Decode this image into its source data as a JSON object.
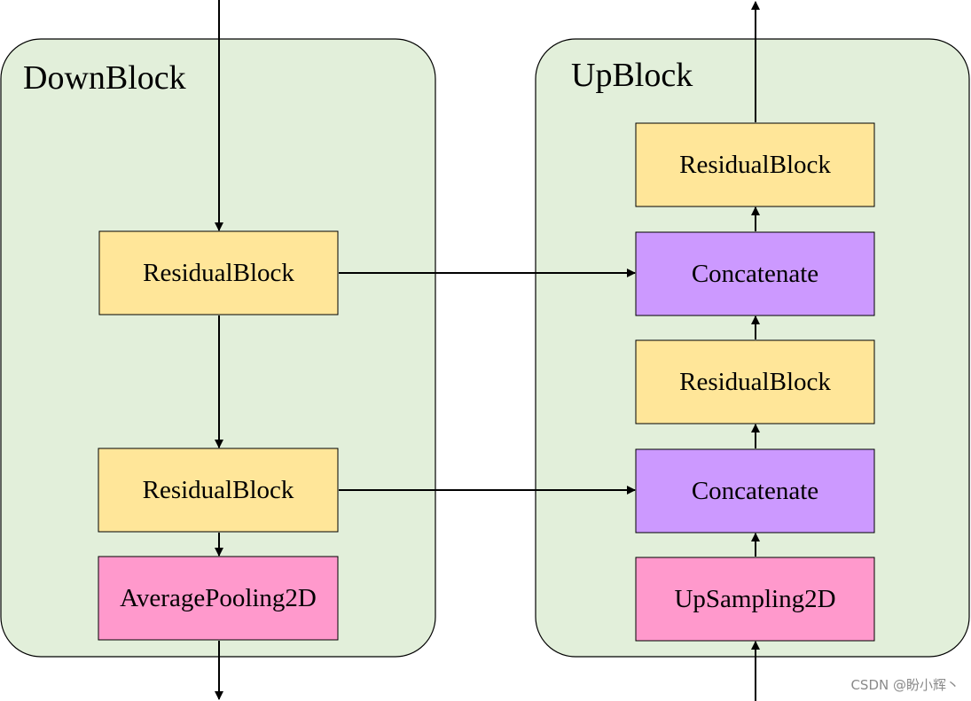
{
  "colors": {
    "group_fill": "#e2efda",
    "residual": "#ffe699",
    "concatenate": "#cc99ff",
    "pooling": "#ff99cc",
    "line": "#000000"
  },
  "groups": [
    {
      "id": "down",
      "title": "DownBlock"
    },
    {
      "id": "up",
      "title": "UpBlock"
    }
  ],
  "nodes": [
    {
      "id": "d_res1",
      "group": "down",
      "label": "ResidualBlock",
      "kind": "residual"
    },
    {
      "id": "d_res2",
      "group": "down",
      "label": "ResidualBlock",
      "kind": "residual"
    },
    {
      "id": "d_pool",
      "group": "down",
      "label": "AveragePooling2D",
      "kind": "pooling"
    },
    {
      "id": "u_res2",
      "group": "up",
      "label": "ResidualBlock",
      "kind": "residual"
    },
    {
      "id": "u_cat2",
      "group": "up",
      "label": "Concatenate",
      "kind": "concatenate"
    },
    {
      "id": "u_res1",
      "group": "up",
      "label": "ResidualBlock",
      "kind": "residual"
    },
    {
      "id": "u_cat1",
      "group": "up",
      "label": "Concatenate",
      "kind": "concatenate"
    },
    {
      "id": "u_up",
      "group": "up",
      "label": "UpSampling2D",
      "kind": "pooling"
    }
  ],
  "edges": [
    {
      "from": "input",
      "to": "d_res1"
    },
    {
      "from": "d_res1",
      "to": "d_res2"
    },
    {
      "from": "d_res2",
      "to": "d_pool"
    },
    {
      "from": "d_pool",
      "to": "output_down"
    },
    {
      "from": "d_res1",
      "to": "u_cat2"
    },
    {
      "from": "d_res2",
      "to": "u_cat1"
    },
    {
      "from": "input_up",
      "to": "u_up"
    },
    {
      "from": "u_up",
      "to": "u_cat1"
    },
    {
      "from": "u_cat1",
      "to": "u_res1"
    },
    {
      "from": "u_res1",
      "to": "u_cat2"
    },
    {
      "from": "u_cat2",
      "to": "u_res2"
    },
    {
      "from": "u_res2",
      "to": "output_up"
    }
  ],
  "watermark": "CSDN @盼小辉丶"
}
